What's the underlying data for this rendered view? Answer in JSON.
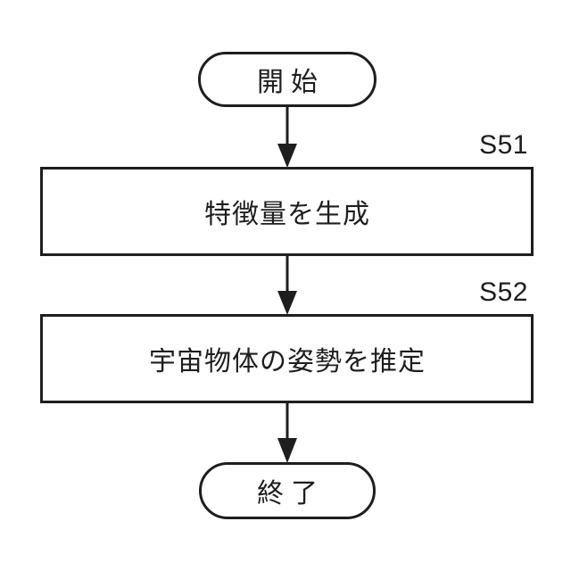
{
  "flowchart": {
    "start_label": "開始",
    "steps": [
      {
        "id": "S51",
        "label": "特徴量を生成"
      },
      {
        "id": "S52",
        "label": "宇宙物体の姿勢を推定"
      }
    ],
    "end_label": "終了"
  },
  "colors": {
    "line": "#1e1e1e",
    "background": "#ffffff"
  }
}
